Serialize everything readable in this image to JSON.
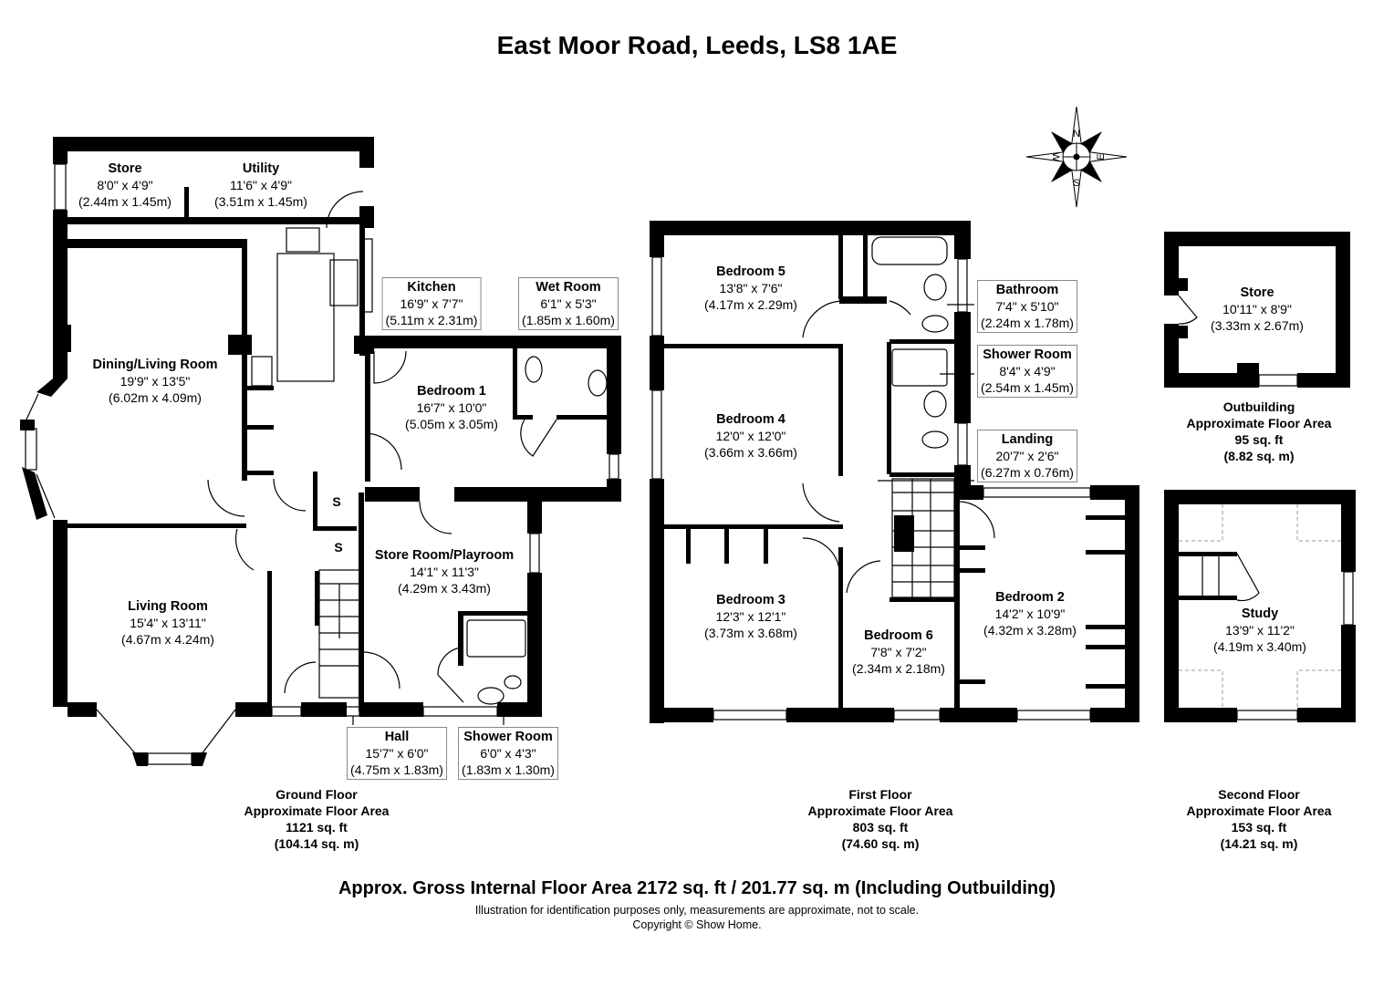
{
  "title": "East Moor Road, Leeds, LS8 1AE",
  "ground_floor": {
    "rooms": [
      {
        "name": "Store",
        "imperial": "8'0\" x 4'9\"",
        "metric": "(2.44m x 1.45m)"
      },
      {
        "name": "Utility",
        "imperial": "11'6\" x 4'9\"",
        "metric": "(3.51m x 1.45m)"
      },
      {
        "name": "Dining/Living Room",
        "imperial": "19'9\" x 13'5\"",
        "metric": "(6.02m x 4.09m)"
      },
      {
        "name": "Kitchen",
        "imperial": "16'9\" x 7'7\"",
        "metric": "(5.11m x 2.31m)"
      },
      {
        "name": "Wet Room",
        "imperial": "6'1\" x 5'3\"",
        "metric": "(1.85m x 1.60m)"
      },
      {
        "name": "Bedroom 1",
        "imperial": "16'7\" x 10'0\"",
        "metric": "(5.05m x 3.05m)"
      },
      {
        "name": "Living Room",
        "imperial": "15'4\" x 13'11\"",
        "metric": "(4.67m x 4.24m)"
      },
      {
        "name": "Store Room/Playroom",
        "imperial": "14'1\" x 11'3\"",
        "metric": "(4.29m x 3.43m)"
      },
      {
        "name": "Hall",
        "imperial": "15'7\" x 6'0\"",
        "metric": "(4.75m x 1.83m)"
      },
      {
        "name": "Shower Room",
        "imperial": "6'0\" x 4'3\"",
        "metric": "(1.83m x 1.30m)"
      }
    ],
    "storage_marks": [
      "S",
      "S"
    ],
    "area": {
      "label": "Ground Floor",
      "sub": "Approximate Floor Area",
      "sqft": "1121 sq. ft",
      "sqm": "(104.14 sq. m)"
    }
  },
  "first_floor": {
    "rooms": [
      {
        "name": "Bedroom 5",
        "imperial": "13'8\" x 7'6\"",
        "metric": "(4.17m x 2.29m)"
      },
      {
        "name": "Bathroom",
        "imperial": "7'4\" x 5'10\"",
        "metric": "(2.24m x 1.78m)"
      },
      {
        "name": "Shower Room",
        "imperial": "8'4\" x 4'9\"",
        "metric": "(2.54m x 1.45m)"
      },
      {
        "name": "Bedroom 4",
        "imperial": "12'0\" x 12'0\"",
        "metric": "(3.66m x 3.66m)"
      },
      {
        "name": "Landing",
        "imperial": "20'7\" x 2'6\"",
        "metric": "(6.27m x 0.76m)"
      },
      {
        "name": "Bedroom 3",
        "imperial": "12'3\" x 12'1\"",
        "metric": "(3.73m x 3.68m)"
      },
      {
        "name": "Bedroom 6",
        "imperial": "7'8\" x 7'2\"",
        "metric": "(2.34m x 2.18m)"
      },
      {
        "name": "Bedroom 2",
        "imperial": "14'2\" x 10'9\"",
        "metric": "(4.32m x 3.28m)"
      }
    ],
    "area": {
      "label": "First Floor",
      "sub": "Approximate Floor Area",
      "sqft": "803 sq. ft",
      "sqm": "(74.60 sq. m)"
    }
  },
  "outbuilding": {
    "rooms": [
      {
        "name": "Store",
        "imperial": "10'11\" x 8'9\"",
        "metric": "(3.33m x 2.67m)"
      }
    ],
    "area": {
      "label": "Outbuilding",
      "sub": "Approximate Floor Area",
      "sqft": "95 sq. ft",
      "sqm": "(8.82 sq. m)"
    }
  },
  "second_floor": {
    "rooms": [
      {
        "name": "Study",
        "imperial": "13'9\" x 11'2\"",
        "metric": "(4.19m x 3.40m)"
      }
    ],
    "area": {
      "label": "Second Floor",
      "sub": "Approximate Floor Area",
      "sqft": "153 sq. ft",
      "sqm": "(14.21 sq. m)"
    }
  },
  "compass": {
    "icon": "compass-rose-icon",
    "n": "N",
    "e": "E",
    "s": "S",
    "w": "W"
  },
  "gross_area": "Approx. Gross Internal Floor Area 2172 sq. ft / 201.77 sq. m (Including Outbuilding)",
  "disclaimer": "Illustration for identification purposes only, measurements are approximate, not to scale.",
  "copyright": "Copyright © Show Home.",
  "colors": {
    "wall": "#000000",
    "background": "#ffffff",
    "label_border": "#888888"
  }
}
